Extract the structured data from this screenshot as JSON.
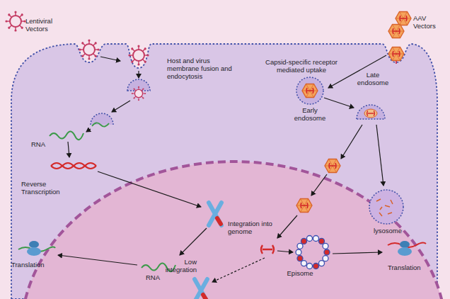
{
  "diagram": {
    "labels": [
      "Lentiviral Vectors",
      "AAV Vectors",
      "Host and virus membrane fusion and endocytosis",
      "Capsid-specific receptor mediated uptake",
      "Late endosome",
      "Early endosome",
      "RNA",
      "Reverse Transcription",
      "Integration into genome",
      "lysosome",
      "Translation",
      "Low integration",
      "Episome",
      "RNA",
      "Translation"
    ]
  }
}
